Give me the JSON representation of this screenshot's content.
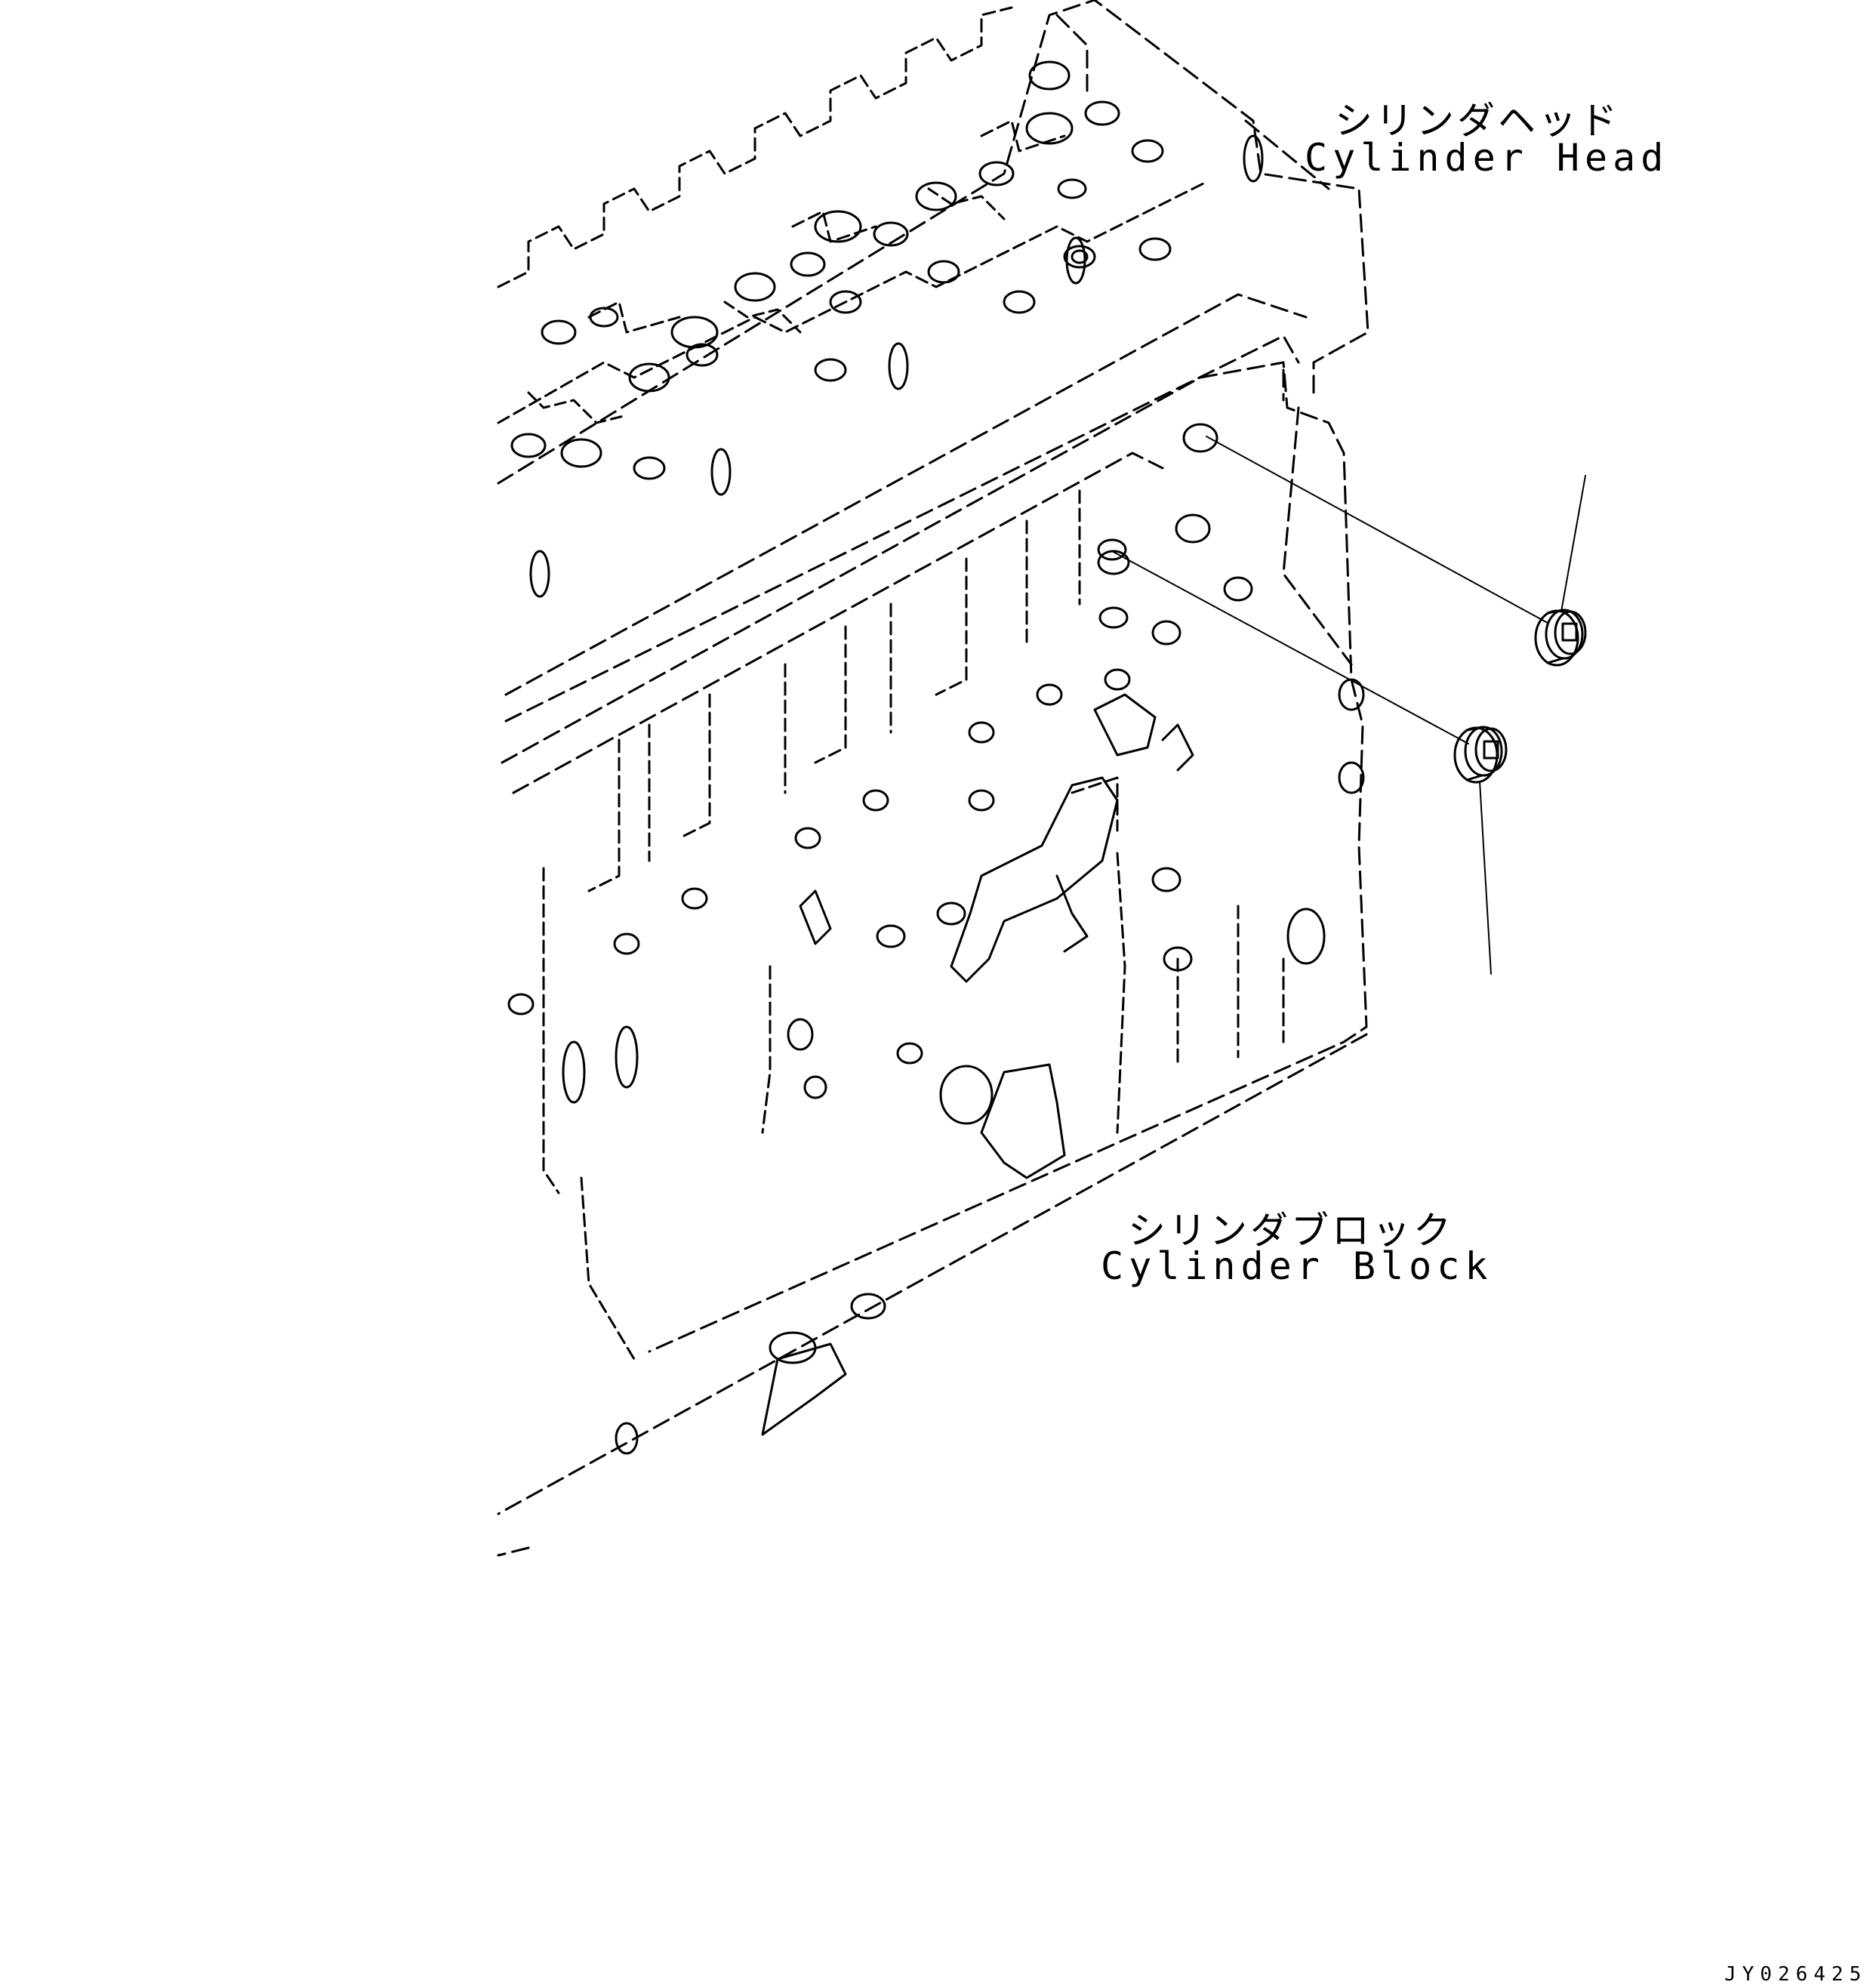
{
  "labels": {
    "cylinder_head_jp": "シリンダヘッド",
    "cylinder_head_en": "Cylinder Head",
    "cylinder_block_jp": "シリンダブロック",
    "cylinder_block_en": "Cylinder Block"
  },
  "drawing_number": "JY026425",
  "colors": {
    "line": "#000000",
    "background": "#ffffff"
  }
}
